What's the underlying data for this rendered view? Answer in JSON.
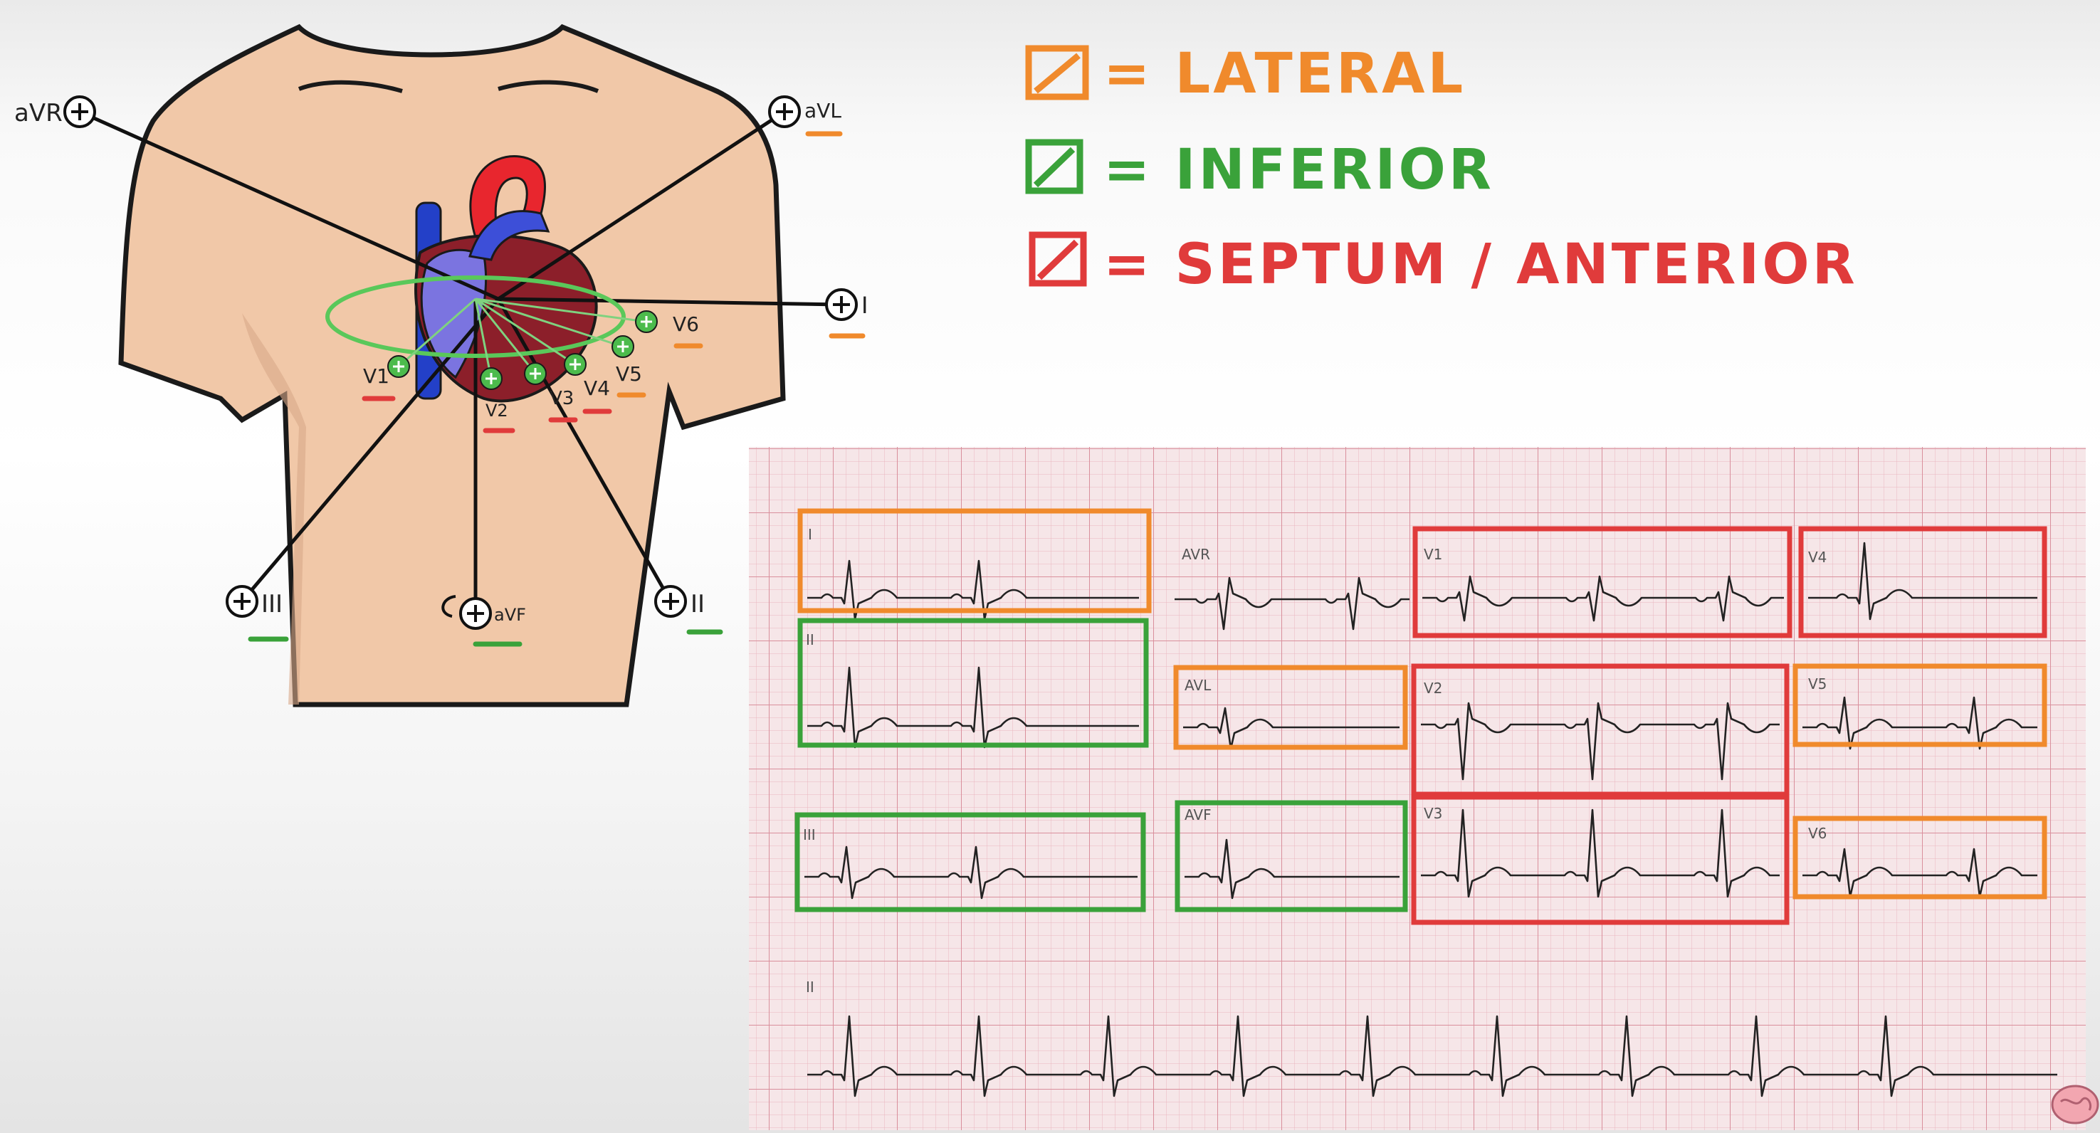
{
  "legend": {
    "items": [
      {
        "text": "= LATERAL",
        "color": "#f08a2c"
      },
      {
        "text": "= INFERIOR",
        "color": "#3aa23a"
      },
      {
        "text": "= SEPTUM / ANTERIOR",
        "color": "#e03b3b"
      }
    ]
  },
  "diagram": {
    "labels": {
      "avr": "aVR",
      "avl": "aVL",
      "lead_i": "I",
      "lead_ii": "II",
      "lead_iii": "III",
      "avf": "aVF",
      "v1": "V1",
      "v2": "V2",
      "v3": "V3",
      "v4": "V4",
      "v5": "V5",
      "v6": "V6"
    }
  },
  "ecg": {
    "leads": {
      "i": "I",
      "ii": "II",
      "iii": "III",
      "avr": "AVR",
      "avl": "AVL",
      "avf": "AVF",
      "v1": "V1",
      "v2": "V2",
      "v3": "V3",
      "v4": "V4",
      "v5": "V5",
      "v6": "V6",
      "rhythm": "II"
    }
  },
  "colors": {
    "lateral": "#f08a2c",
    "inferior": "#3aa23a",
    "septum_anterior": "#e03b3b",
    "skin": "#f1c8a8",
    "ecg_paper": "#f6e6e8"
  }
}
